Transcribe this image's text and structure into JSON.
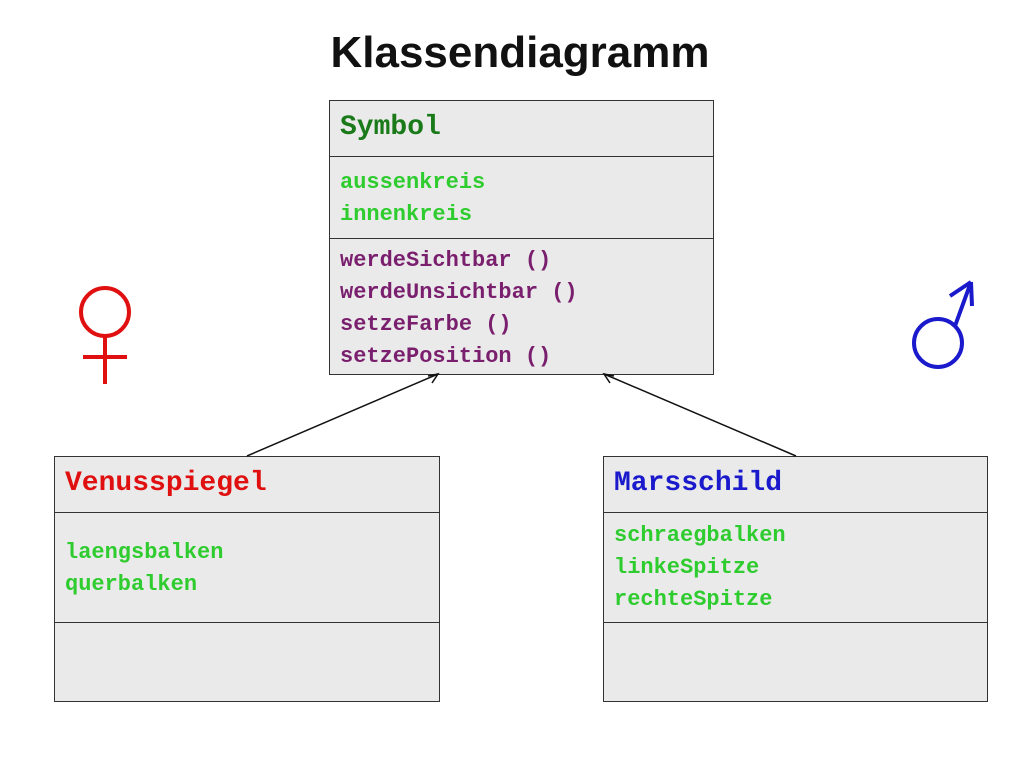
{
  "title": "Klassendiagramm",
  "colors": {
    "symbol_name": "#1a7a1a",
    "venus_name": "#e01010",
    "mars_name": "#1a1acc",
    "attribute": "#2ecc2e",
    "method": "#7a1f6e",
    "venus_icon": "#e01010",
    "mars_icon": "#1a1acc"
  },
  "icons": {
    "venus": "venus-symbol-icon",
    "mars": "mars-symbol-icon"
  },
  "classes": {
    "symbol": {
      "name": "Symbol",
      "attributes": [
        "aussenkreis",
        "innenkreis"
      ],
      "methods": [
        "werdeSichtbar ()",
        "werdeUnsichtbar ()",
        "setzeFarbe ()",
        "setzePosition ()"
      ]
    },
    "venus": {
      "name": "Venusspiegel",
      "attributes": [
        "laengsbalken",
        "querbalken"
      ],
      "methods": []
    },
    "mars": {
      "name": "Marsschild",
      "attributes": [
        "schraegbalken",
        "linkeSpitze",
        "rechteSpitze"
      ],
      "methods": []
    }
  }
}
